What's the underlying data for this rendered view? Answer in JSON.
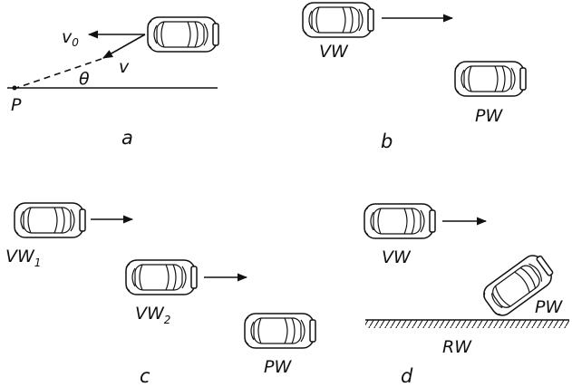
{
  "panels": {
    "a": "a",
    "b": "b",
    "c": "c",
    "d": "d"
  },
  "labels": {
    "v0": "v",
    "v0_sub": "0",
    "v": "v",
    "theta": "θ",
    "p": "P",
    "vw_b": "VW",
    "pw_b": "PW",
    "vw1": "VW",
    "vw1_sub": "1",
    "vw2": "VW",
    "vw2_sub": "2",
    "pw_c": "PW",
    "vw_d": "VW",
    "pw_d": "PW",
    "rw_d": "RW"
  }
}
